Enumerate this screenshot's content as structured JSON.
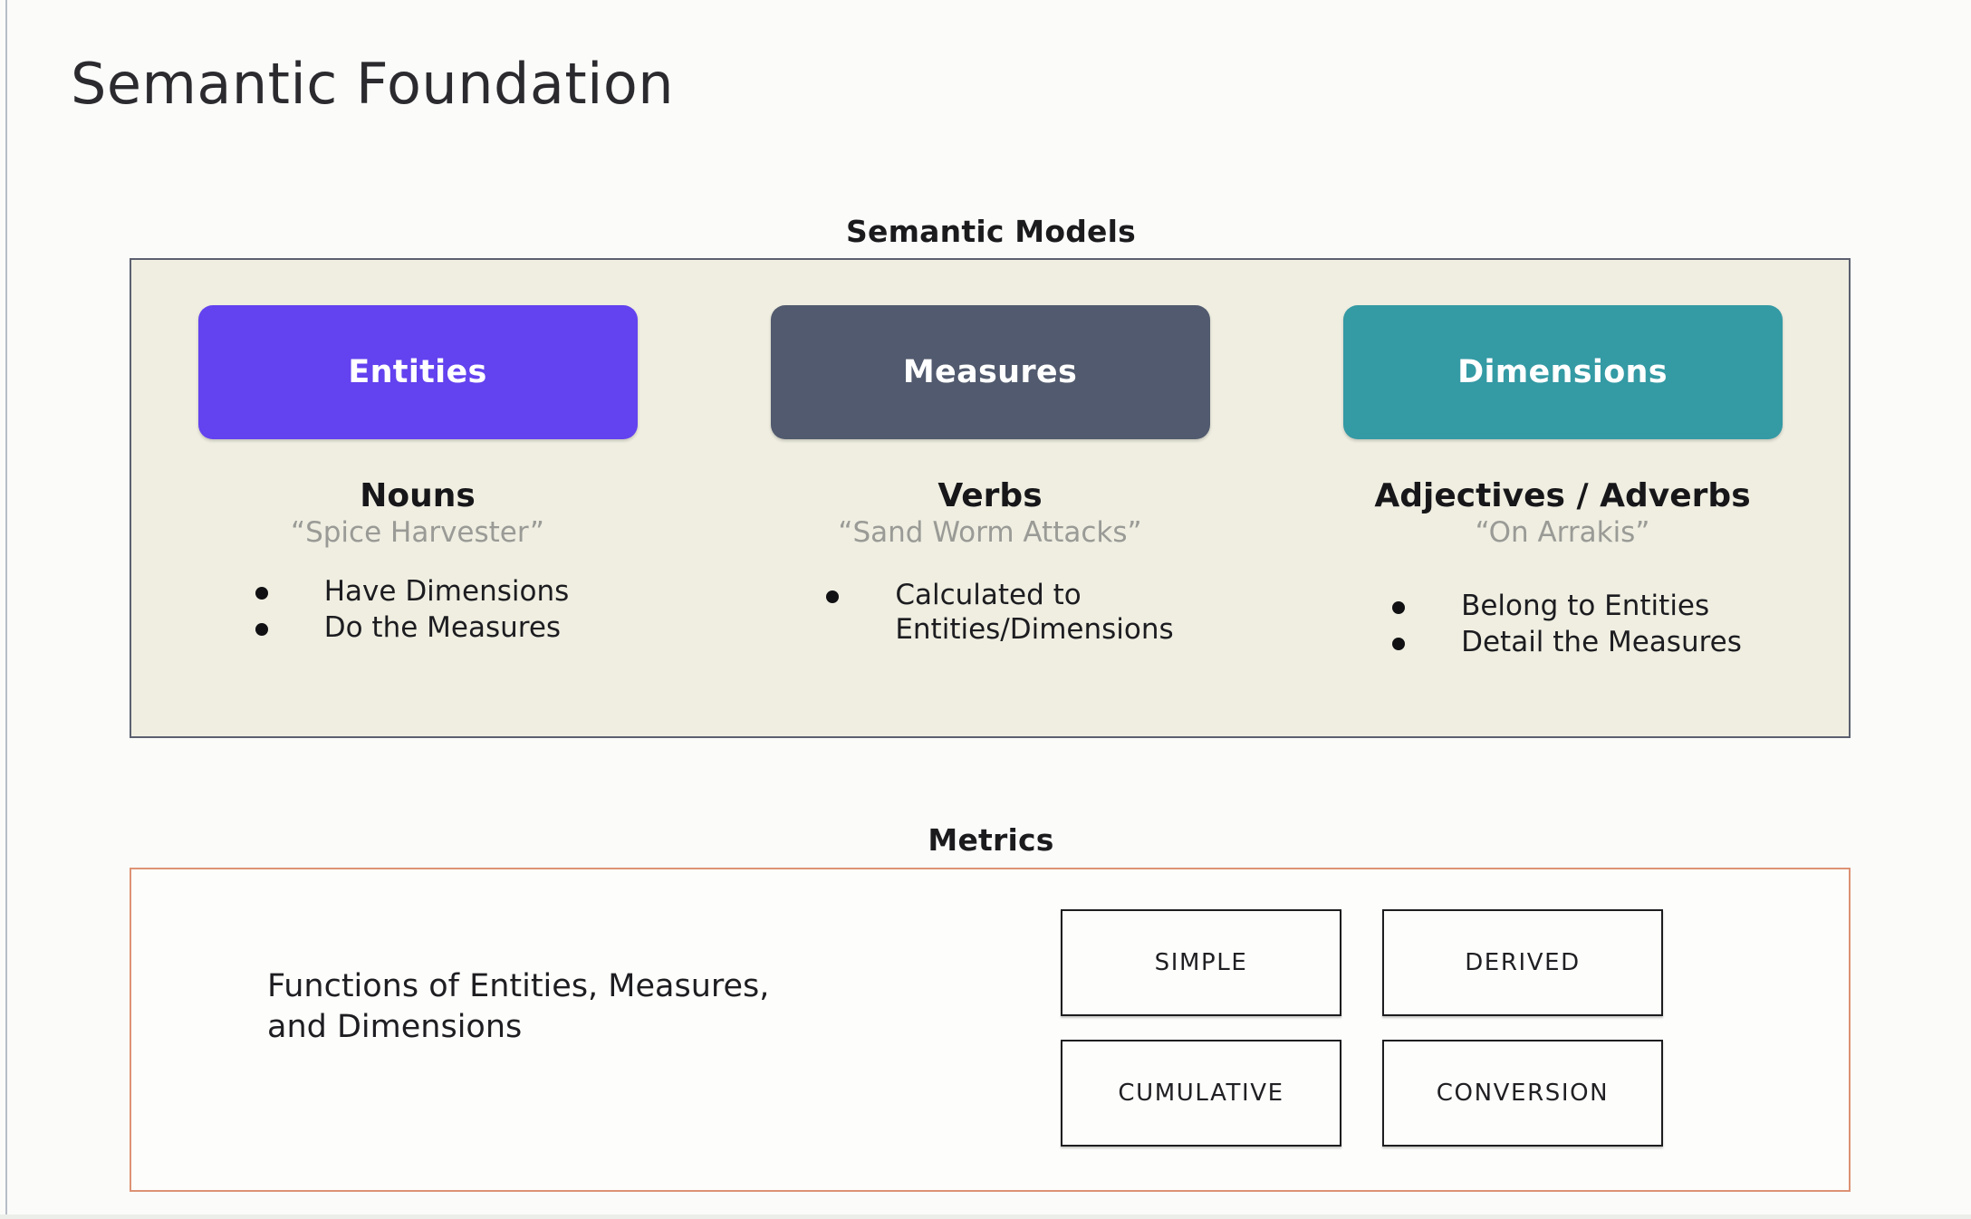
{
  "slide": {
    "title": "Semantic Foundation",
    "background_color": "#fbfcfa"
  },
  "semantic_models": {
    "heading": "Semantic Models",
    "panel_background": "#efeee1",
    "panel_border_color": "#5c6070",
    "columns": [
      {
        "chip_label": "Entities",
        "chip_color": "#6342ef",
        "part_of_speech": "Nouns",
        "example": "“Spice Harvester”",
        "bullets": [
          "Have Dimensions",
          "Do the Measures"
        ]
      },
      {
        "chip_label": "Measures",
        "chip_color": "#515a6e",
        "part_of_speech": "Verbs",
        "example": "“Sand Worm Attacks”",
        "bullets": [
          "Calculated to\nEntities/Dimensions"
        ]
      },
      {
        "chip_label": "Dimensions",
        "chip_color": "#349aa4",
        "part_of_speech": "Adjectives / Adverbs",
        "example": "“On Arrakis”",
        "bullets": [
          "Belong to Entities",
          "Detail the Measures"
        ]
      }
    ]
  },
  "metrics": {
    "heading": "Metrics",
    "panel_border_color": "#dd9274",
    "description": "Functions of Entities, Measures,\nand Dimensions",
    "types": [
      "SIMPLE",
      "DERIVED",
      "CUMULATIVE",
      "CONVERSION"
    ]
  }
}
